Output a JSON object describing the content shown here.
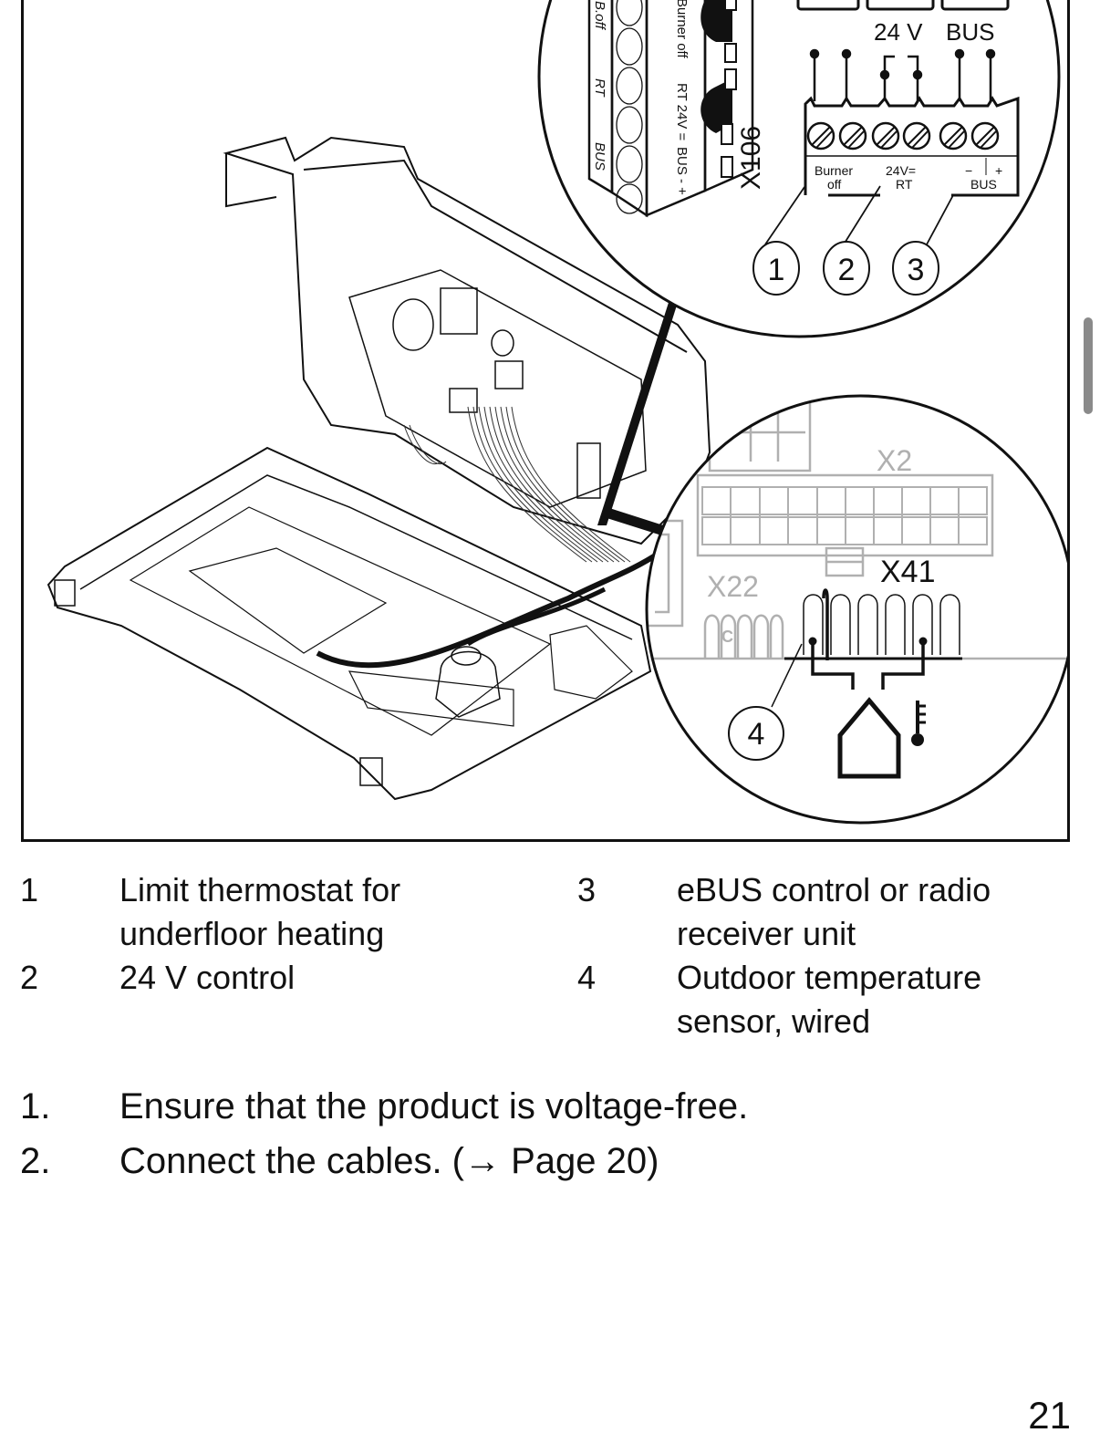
{
  "figure": {
    "type": "wiring-diagram",
    "top_callout": {
      "connector_label": "X106",
      "group_labels": [
        "24 V",
        "BUS"
      ],
      "terminal_labels": [
        "Burner off",
        "24V= RT",
        "BUS"
      ],
      "terminal_sublabels": {
        "bus_minus": "−",
        "bus_plus": "+"
      },
      "plug_side_labels": [
        "B.off",
        "RT",
        "BUS"
      ],
      "plug_front_labels": [
        "Burner off",
        "RT 24V =",
        "BUS - +"
      ],
      "callouts": [
        "1",
        "2",
        "3"
      ]
    },
    "bottom_callout": {
      "connector_labels": [
        "X2",
        "X22",
        "X41"
      ],
      "x22_mark": "C",
      "callouts": [
        "4"
      ],
      "sensor_icon": "outdoor-temperature-sensor-icon"
    }
  },
  "legend": [
    {
      "num": "1",
      "text": "Limit thermostat for\nunderfloor heating"
    },
    {
      "num": "2",
      "text": "24 V control"
    },
    {
      "num": "3",
      "text": "eBUS control or radio\nreceiver unit"
    },
    {
      "num": "4",
      "text": "Outdoor temperature\nsensor, wired"
    }
  ],
  "steps": [
    {
      "num": "1.",
      "text": "Ensure that the product is voltage-free."
    },
    {
      "num": "2.",
      "text": "Connect the cables.  (→ Page 20)"
    }
  ],
  "page_number": "21",
  "colors": {
    "ink": "#111111",
    "faint_ink": "#b0b0b0",
    "scrollbar": "#8a8a8a"
  }
}
